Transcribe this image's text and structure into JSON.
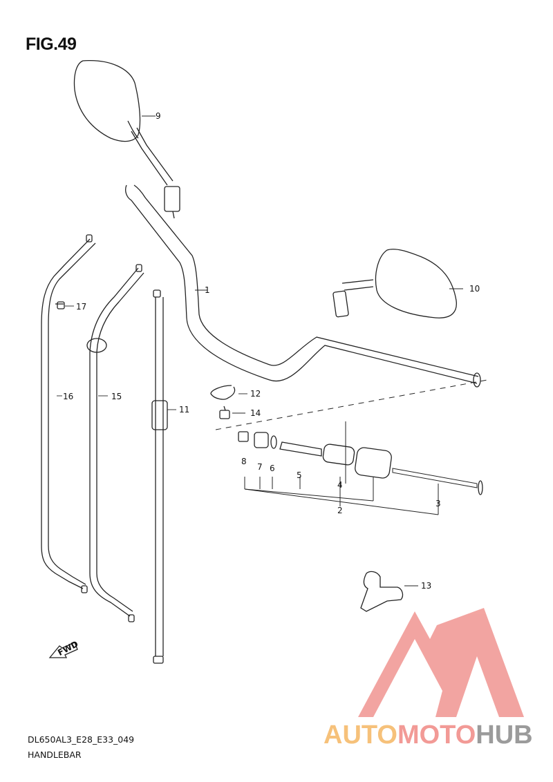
{
  "figure": {
    "title": "FIG.49",
    "code": "DL650AL3_E28_E33_049",
    "caption": "HANDLEBAR"
  },
  "callouts": [
    "1",
    "2",
    "3",
    "4",
    "5",
    "6",
    "7",
    "8",
    "9",
    "10",
    "11",
    "12",
    "13",
    "14",
    "15",
    "16",
    "17"
  ],
  "direction_marker": "FWD",
  "watermark": {
    "part1": "AUTO",
    "part2": "MOTO",
    "part3": "HUB",
    "colors": {
      "auto": "#f6c17a",
      "moto": "#f29a96",
      "hub": "#9b9b9b",
      "logo": "#f2a09c"
    }
  }
}
